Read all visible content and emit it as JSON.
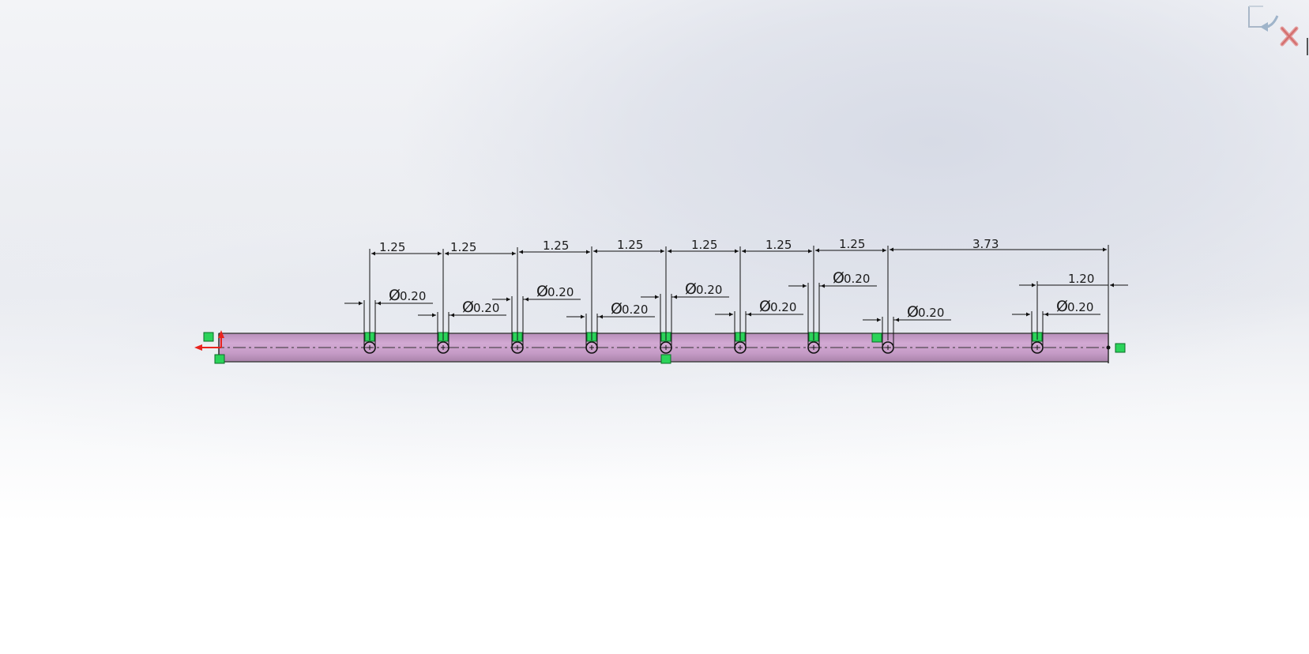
{
  "sketch": {
    "hole_spacing_label": "1.25",
    "end_distance_label": "3.73",
    "last_hole_offset_label": "1.20",
    "hole_diameter_value": "0.20",
    "diameter_symbol": "Ø",
    "hole_count": 9
  },
  "confirmation_corner": {
    "exit_icon": "exit-sketch-icon",
    "cancel_icon": "cancel-x-icon"
  },
  "colors": {
    "bar_fill": "#c79fc9",
    "relation_green": "#2bd35a",
    "origin_red": "#e8231d"
  }
}
